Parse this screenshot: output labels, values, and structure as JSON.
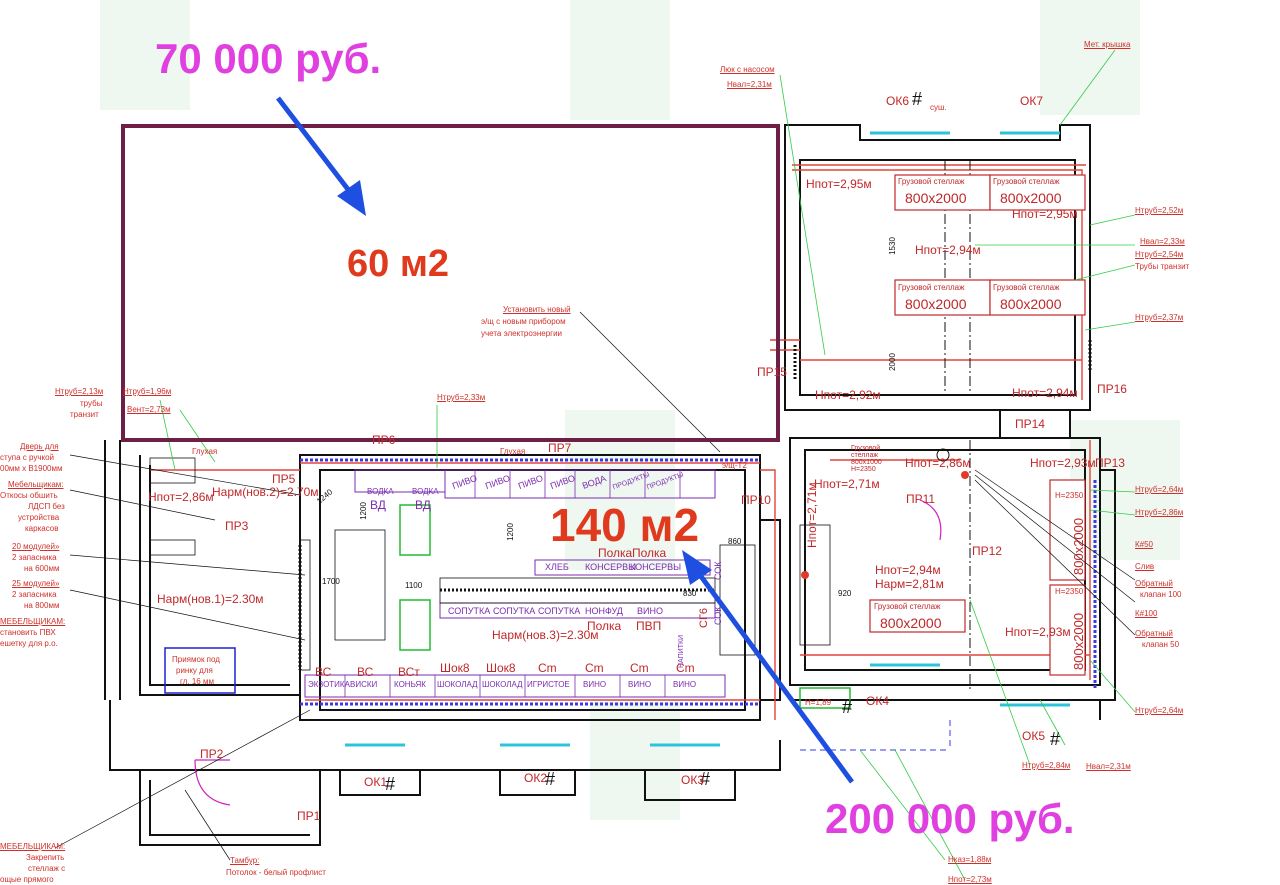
{
  "overlay": {
    "price_top": "70 000 руб.",
    "price_bottom": "200 000 руб.",
    "area_small": "60 м2",
    "area_large": "140 м2",
    "arrow_color": "#1f4fe0",
    "frame_color": "#6e1f45"
  },
  "plan": {
    "heights": {
      "h295a": "Нпот=2,95м",
      "h295b": "Нпот=2,95м",
      "h294": "Нпот=2,94м",
      "h292": "Нпот=2,92м",
      "h294b": "Нпот=2,94м",
      "h293a": "Нпот=2,93м",
      "h271": "Нпот=2,71м",
      "h2865": "Нпот=2,86м",
      "h293b": "Нпот=2,93м",
      "h294c": "Нпот=2,94м",
      "harm281": "Нарм=2,81м",
      "harm1": "Нарм(нов.1)=2.30м",
      "harm3": "Нарм(нов.3)=2.30м",
      "harm2": "Нарм(нов.2)=2.70м",
      "h286": "Нпот=2,86м",
      "h271v": "Нпот=2,71м"
    },
    "rooms": [
      "ПР1",
      "ПР2",
      "ПР3",
      "ПР5",
      "ПР6",
      "ПР7",
      "ПР10",
      "ПР11",
      "ПР12",
      "ПР13",
      "ПР14",
      "ПР15",
      "ПР16"
    ],
    "windows": [
      "ОК1",
      "ОК2",
      "ОК3",
      "ОК4",
      "ОК5",
      "ОК6",
      "ОК7"
    ],
    "shelves": {
      "cargo": "Грузовой стеллаж",
      "size": "800x2000",
      "cargo_small": "Грузовой стеллаж 800x1000 Н=2350"
    },
    "shelf_row_top": [
      "ВОДКА",
      "ВОДКА",
      "ПИВО",
      "ПИВО",
      "ПИВО",
      "ПИВО",
      "ВОДА",
      "ПРОДУКТЫ",
      "ПРОДУКТЫ"
    ],
    "shelf_row_top_codes": [
      "ВД",
      "ВД"
    ],
    "shelf_row_mid": [
      "ХЛЕБ",
      "КОНСЕРВЫ",
      "КОНСЕРВЫ"
    ],
    "shelf_row_mid2": [
      "СОПУТКА",
      "СОПУТКА",
      "СОПУТКА",
      "НОНФУД",
      "ВИНО"
    ],
    "shelf_row_bottom": [
      "ЭКЗОТИКА",
      "ВИСКИ",
      "КОНЬЯК",
      "ШОКОЛАД",
      "ШОКОЛАД",
      "ИГРИСТОЕ",
      "ВИНО",
      "ВИНО",
      "ВИНО"
    ],
    "shelf_row_bottom_codes": [
      "ВС",
      "ВС",
      "ВСт",
      "Шок8",
      "Шок8",
      "Сm",
      "Сm",
      "Сm",
      "Сm"
    ],
    "polka": [
      "Полка",
      "Полка",
      "Полка",
      "ПВП"
    ],
    "sok": [
      "СОК",
      "СОК",
      "СГ6",
      "НАПИТКИ"
    ],
    "dims": [
      "1100",
      "1200",
      "1200",
      "830",
      "860",
      "1240",
      "920",
      "1700",
      "1530",
      "2000"
    ],
    "small_labels": {
      "lyuk": "Люк с насосом",
      "hval231": "Нвал=2,31м",
      "met": "Мет. крышка",
      "htr252": "Нтруб=2,52м",
      "hval233": "Нвал=2,33м",
      "htr254": "Нтруб=2,54м",
      "tranzit": "Трубы транзит",
      "htr237": "Нтруб=2,37м",
      "ust1": "Установить новый",
      "ust2": "э/щ с новым прибором",
      "ust3": "учета электроэнергии",
      "htr213": "Нтруб=2,13м",
      "truby": "трубы",
      "tranz": "транзит",
      "htr196": "Нтруб=1,96м",
      "vent273": "Вент=2,73м",
      "glux": "Глухая",
      "glux2": "Глухая",
      "htr233": "Нтруб=2,33м",
      "esch": "э/щ-Т2",
      "dver1": "Дверь для",
      "dver2": "ступа с ручкой",
      "dver3": "00мм х В1900мм",
      "meb1": "Мебельщикам:",
      "meb2": "Откосы обшить",
      "meb3": "ЛДСП без",
      "meb4": "устройства",
      "meb5": "каркасов",
      "mod1": "20 модулей»",
      "mod2": "2 запасника",
      "mod3": "на 600мм",
      "mod4": "25 модулей»",
      "mod5": "2 запасника",
      "mod6": "на 800мм",
      "meb6": "МЕБЕЛЬЩИКАМ:",
      "meb7": "становить ПВХ",
      "meb8": "ешетку для р.о.",
      "priyam1": "Приямок под",
      "priyam2": "ринку для",
      "priyam3": "гл. 16 мм",
      "meb9": "МЕБЕЛЬЩИКАМ:",
      "meb10": "Закрепить",
      "meb11": "стеллаж с",
      "meb12": "ощые прямого",
      "tambur1": "Тамбур:",
      "tambur2": "Потолок - белый профлист",
      "htr264a": "Нтруб=2,64м",
      "htr286": "Нтруб=2,86м",
      "k50": "К#50",
      "sliv": "Слив",
      "obr1": "Обратный",
      "obr1b": "клапан 100",
      "k100": "К#100",
      "obr2": "Обратный",
      "obr2b": "клапан 50",
      "htr264b": "Нтруб=2,64м",
      "htr284": "Нтруб=2,84м",
      "hval231b": "Нвал=2,31м",
      "hkaz": "Нказ=1,88м",
      "hpot273": "Нпот=2,73м",
      "n2350a": "Н=2350",
      "n2350b": "Н=2350",
      "sush": "суш.",
      "h189": "Н=1,89"
    }
  }
}
